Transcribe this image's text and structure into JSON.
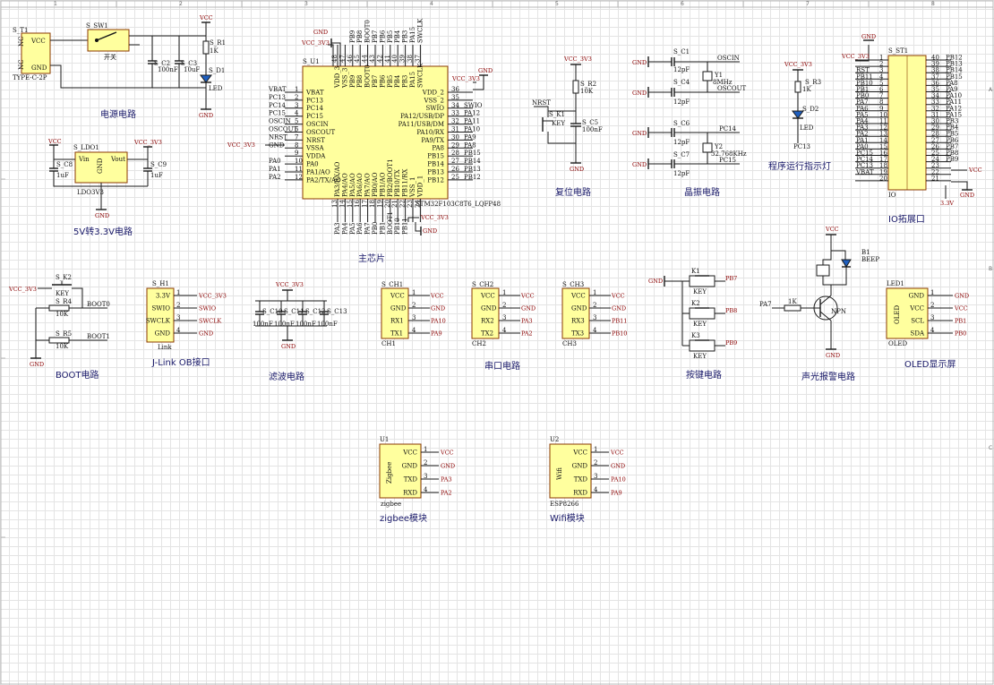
{
  "frame": {
    "cols": [
      "1",
      "2",
      "3",
      "4",
      "5",
      "6",
      "7",
      "8"
    ],
    "rows": [
      "A",
      "B",
      "C"
    ]
  },
  "titles": {
    "power": "电源电路",
    "ldo": "5V转3.3V电路",
    "mcu": "主芯片",
    "reset": "复位电路",
    "crystal": "晶振电路",
    "led": "程序运行指示灯",
    "io": "IO拓展口",
    "boot": "BOOT电路",
    "jlink": "J-Link OB接口",
    "filter": "滤波电路",
    "uart": "串口电路",
    "keys": "按键电路",
    "buzzer": "声光报警电路",
    "oled": "OLED显示屏",
    "zigbee": "zigbee模块",
    "wifi": "Wifi模块"
  },
  "power": {
    "t1": "S_T1",
    "t1_part": "TYPE-C-2P",
    "t1_vcc": "VCC",
    "t1_gnd": "GND",
    "nc1": "NC",
    "nc2": "NC",
    "sw": "S_SW1",
    "sw_part": "开关",
    "c2": "S_C2",
    "c2v": "100nF",
    "c3": "S_C3",
    "c3v": "10uF",
    "r1": "S_R1",
    "r1v": "1K",
    "d1": "S_D1",
    "d1v": "LED",
    "vcc": "VCC",
    "gnd": "GND"
  },
  "ldo": {
    "name": "S_LDO1",
    "vin": "Vin",
    "vout": "Vout",
    "gnd": "GND",
    "part": "LDO3V3",
    "c8": "S_C8",
    "c8v": "1uF",
    "c9": "S_C9",
    "c9v": "1uF",
    "vcc": "VCC",
    "vcc3": "VCC_3V3",
    "gnd2": "GND"
  },
  "mcu": {
    "name": "S_U1",
    "part": "STM32F103C8T6_LQFP48",
    "vcc3a": "VCC_3V3",
    "vcc3b": "VCC_3V3",
    "vcc3c": "VCC_3V3",
    "vcc3d": "VCC_3V3",
    "gnda": "GND",
    "gndb": "GND",
    "gndc": "GND",
    "left_pins": [
      "VBAT",
      "PC13",
      "PC14",
      "PC15",
      "OSCIN",
      "OSCOUT",
      "NRST",
      "VSSA",
      "VDDA",
      "PA0",
      "PA1/AO",
      "PA2/TX/AO"
    ],
    "left_nums": [
      "1",
      "2",
      "3",
      "4",
      "5",
      "6",
      "7",
      "8",
      "9",
      "10",
      "11",
      "12"
    ],
    "left_nets": [
      "VBAT",
      "PC13",
      "PC14",
      "PC15",
      "OSCIN",
      "OSCOUT",
      "NRST",
      "GND",
      "",
      "PA0",
      "PA1",
      "PA2"
    ],
    "right_pins": [
      "VDD_2",
      "VSS_2",
      "SWIO",
      "PA12/USB/DP",
      "PA11/USB/DM",
      "PA10/RX",
      "PA9/TX",
      "PA8",
      "PB15",
      "PB14",
      "PB13",
      "PB12"
    ],
    "right_nums": [
      "36",
      "35",
      "34",
      "33",
      "32",
      "31",
      "30",
      "29",
      "28",
      "27",
      "26",
      "25"
    ],
    "right_nets": [
      "",
      "",
      "SWIO",
      "PA12",
      "PA11",
      "PA10",
      "PA9",
      "PA8",
      "PB15",
      "PB14",
      "PB13",
      "PB12"
    ],
    "top_pins": [
      "VDD_3",
      "VSS_3",
      "PB9",
      "PB8",
      "BOOT0",
      "PB7",
      "PB6",
      "PB5",
      "PB4",
      "PB3",
      "PA15",
      "SWCLK"
    ],
    "top_nums": [
      "48",
      "47",
      "46",
      "45",
      "44",
      "43",
      "42",
      "41",
      "40",
      "39",
      "38",
      "37"
    ],
    "top_nets": [
      "",
      "",
      "PB9",
      "PB8",
      "BOOT0",
      "PB7",
      "PB6",
      "PB5",
      "PB4",
      "PB3",
      "PA15",
      "SWCLK"
    ],
    "bottom_pins": [
      "PA3/RX/AO",
      "PA4/AO",
      "PA5/AO",
      "PA6/AO",
      "PA7/AO",
      "PB0/AO",
      "PB1/AO",
      "PB2/BOOT1",
      "PB10/TX",
      "PB11/RX",
      "VSS_1",
      "VDD_1"
    ],
    "bottom_nums": [
      "13",
      "14",
      "15",
      "16",
      "17",
      "18",
      "19",
      "20",
      "21",
      "22",
      "23",
      "24"
    ],
    "bottom_nets": [
      "PA3",
      "PA4",
      "PA5",
      "PA6",
      "PA7",
      "PB0",
      "PB1",
      "BOOT1",
      "PB10",
      "PB11",
      "",
      ""
    ]
  },
  "reset": {
    "vcc": "VCC_3V3",
    "r2": "S_R2",
    "r2v": "10K",
    "k1": "S_K1",
    "k1v": "KEY",
    "c5": "S_C5",
    "c5v": "100nF",
    "nrst": "NRST",
    "gnd": "GND"
  },
  "crystal": {
    "c1": "S_C1",
    "c1v": "12pF",
    "c4": "S_C4",
    "c4v": "12pF",
    "y1": "Y1",
    "y1v": "8MHz",
    "c6": "S_C6",
    "c6v": "12pF",
    "c7": "S_C7",
    "c7v": "12pF",
    "y2": "Y2",
    "y2v": "32.768KHz",
    "oscin": "OSCIN",
    "oscout": "OSCOUT",
    "pc14": "PC14",
    "pc15": "PC15",
    "gnd1": "GND",
    "gnd2": "GND",
    "gnd3": "GND",
    "gnd4": "GND"
  },
  "runled": {
    "vcc": "VCC_3V3",
    "r3": "S_R3",
    "r3v": "1K",
    "d2": "S_D2",
    "d2v": "LED",
    "net": "PC13"
  },
  "io": {
    "name": "S_ST1",
    "part": "IO",
    "vcc3": "VCC_3V3",
    "gnd": "GND",
    "vcc": "VCC",
    "gnd2": "GND",
    "v33": "3.3V",
    "left_nums": [
      "1",
      "2",
      "3",
      "4",
      "5",
      "6",
      "7",
      "8",
      "9",
      "10",
      "11",
      "12",
      "13",
      "14",
      "15",
      "16",
      "17",
      "18",
      "19",
      "20"
    ],
    "left_nets": [
      "",
      "",
      "RST",
      "PB11",
      "PB10",
      "PB1",
      "PB0",
      "PA7",
      "PA6",
      "PA5",
      "PA4",
      "PA3",
      "PA2",
      "PA1",
      "PA0",
      "PC15",
      "PC14",
      "PC13",
      "VBAT",
      ""
    ],
    "right_nums": [
      "40",
      "39",
      "38",
      "37",
      "36",
      "35",
      "34",
      "33",
      "32",
      "31",
      "30",
      "29",
      "28",
      "27",
      "26",
      "25",
      "24",
      "23",
      "22",
      "21"
    ],
    "right_nets": [
      "PB12",
      "PB13",
      "PB14",
      "PB15",
      "PA8",
      "PA9",
      "PA10",
      "PA11",
      "PA12",
      "PA15",
      "PB3",
      "PB4",
      "PB5",
      "PB6",
      "PB7",
      "PB8",
      "PB9",
      "",
      "",
      ""
    ]
  },
  "boot": {
    "vcc": "VCC_3V3",
    "k2": "S_K2",
    "k2v": "KEY",
    "r4": "S_R4",
    "r4v": "10K",
    "r5": "S_R5",
    "r5v": "10K",
    "boot0": "BOOT0",
    "boot1": "BOOT1",
    "gnd": "GND"
  },
  "jlink": {
    "name": "S_H1",
    "part": "Link",
    "pins": [
      "3.3V",
      "SWIO",
      "SWCLK",
      "GND"
    ],
    "nums": [
      "1",
      "2",
      "3",
      "4"
    ],
    "nets": [
      "VCC_3V3",
      "SWIO",
      "SWCLK",
      "GND"
    ]
  },
  "filter": {
    "vcc": "VCC_3V3",
    "gnd": "GND",
    "caps": [
      {
        "ref": "S_C10",
        "val": "100nF"
      },
      {
        "ref": "S_C11",
        "val": "100nF"
      },
      {
        "ref": "S_C12",
        "val": "100nF"
      },
      {
        "ref": "S_C13",
        "val": "100nF"
      }
    ]
  },
  "uart": [
    {
      "ref": "S_CH1",
      "part": "CH1",
      "pins": [
        "VCC",
        "GND",
        "RX1",
        "TX1"
      ],
      "nets": [
        "VCC",
        "GND",
        "PA10",
        "PA9"
      ]
    },
    {
      "ref": "S_CH2",
      "part": "CH2",
      "pins": [
        "VCC",
        "GND",
        "RX2",
        "TX2"
      ],
      "nets": [
        "VCC",
        "GND",
        "PA3",
        "PA2"
      ]
    },
    {
      "ref": "S_CH3",
      "part": "CH3",
      "pins": [
        "VCC",
        "GND",
        "RX3",
        "TX3"
      ],
      "nets": [
        "VCC",
        "GND",
        "PB11",
        "PB10"
      ]
    }
  ],
  "uart_nums": [
    "1",
    "2",
    "3",
    "4"
  ],
  "keys": {
    "gnd": "GND",
    "items": [
      {
        "ref": "K1",
        "val": "KEY",
        "net": "PB7"
      },
      {
        "ref": "K2",
        "val": "KEY",
        "net": "PB8"
      },
      {
        "ref": "K3",
        "val": "KEY",
        "net": "PB9"
      }
    ]
  },
  "buzzer": {
    "vcc": "VCC",
    "b1": "B1",
    "b1v": "BEEP",
    "r": "1K",
    "net": "PA7",
    "q": "NPN",
    "gnd": "GND"
  },
  "oled": {
    "ref": "LED1",
    "part": "OLED",
    "label": "OLED",
    "pins": [
      "GND",
      "VCC",
      "SCL",
      "SDA"
    ],
    "nums": [
      "1",
      "2",
      "3",
      "4"
    ],
    "nets": [
      "GND",
      "VCC",
      "PB1",
      "PB0"
    ]
  },
  "zigbee": {
    "ref": "U1",
    "part": "zigbee",
    "label": "Zigbee",
    "pins": [
      "VCC",
      "GND",
      "TXD",
      "RXD"
    ],
    "nums": [
      "1",
      "2",
      "3",
      "4"
    ],
    "nets": [
      "VCC",
      "GND",
      "PA3",
      "PA2"
    ]
  },
  "wifi": {
    "ref": "U2",
    "part": "ESP8266",
    "label": "Wifi",
    "pins": [
      "VCC",
      "GND",
      "TXD",
      "RXD"
    ],
    "nums": [
      "1",
      "2",
      "3",
      "4"
    ],
    "nets": [
      "VCC",
      "GND",
      "PA10",
      "PA9"
    ]
  }
}
